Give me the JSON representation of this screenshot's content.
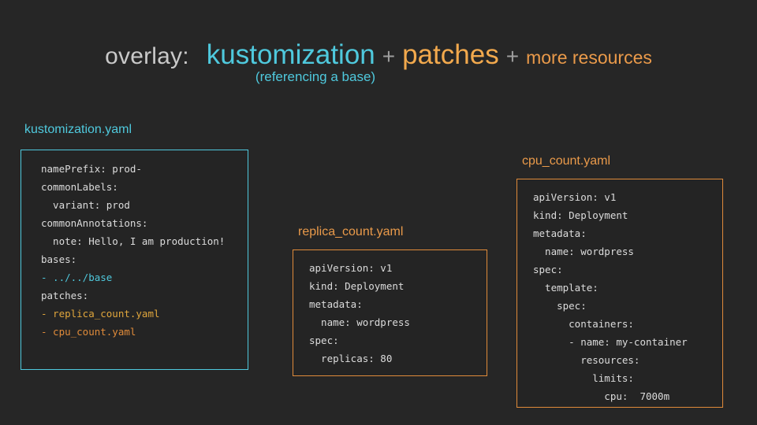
{
  "title": {
    "label": "overlay:",
    "part_kustomization": "kustomization",
    "plus1": "+",
    "part_patches": "patches",
    "plus2": "+",
    "part_more": "more resources",
    "subtitle": "(referencing a base)"
  },
  "colors": {
    "background": "#262626",
    "cyan": "#4fc9dd",
    "orange": "#ea9a4a",
    "orange_border": "#e08b3a",
    "gray_text": "#c9c9c9",
    "code_text": "#dcdcdc",
    "yellow": "#e0a63c"
  },
  "cards": [
    {
      "id": "kustomization",
      "title": "kustomization.yaml",
      "accent": "#4fc9dd",
      "lines": [
        "namePrefix: prod-",
        "commonLabels:",
        "  variant: prod",
        "commonAnnotations:",
        "  note: Hello, I am production!",
        "bases:",
        "- ../../base",
        "patches:",
        "- replica_count.yaml",
        "- cpu_count.yaml"
      ]
    },
    {
      "id": "replica_count",
      "title": "replica_count.yaml",
      "accent": "#ea9a4a",
      "lines": [
        "apiVersion: v1",
        "kind: Deployment",
        "metadata:",
        "  name: wordpress",
        "spec:",
        "  replicas: 80"
      ]
    },
    {
      "id": "cpu_count",
      "title": "cpu_count.yaml",
      "accent": "#ea9a4a",
      "lines": [
        "apiVersion: v1",
        "kind: Deployment",
        "metadata:",
        "  name: wordpress",
        "spec:",
        "  template:",
        "    spec:",
        "      containers:",
        "      - name: my-container",
        "        resources:",
        "          limits:",
        "            cpu:  7000m"
      ]
    }
  ]
}
